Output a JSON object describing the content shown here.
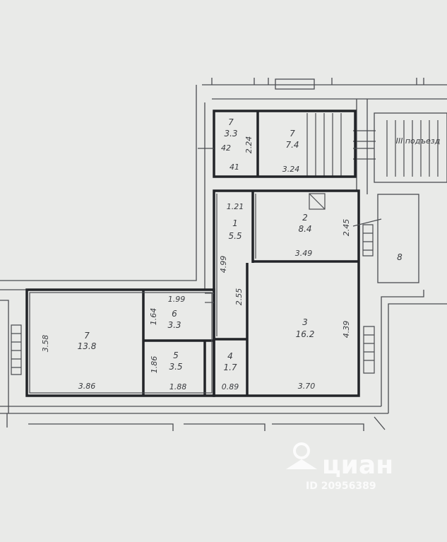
{
  "rooms": [
    {
      "id": "r7a",
      "number": "7",
      "area": "3.3"
    },
    {
      "id": "r7b",
      "number": "7",
      "area": "7.4"
    },
    {
      "id": "r1",
      "number": "1",
      "area": "5.5"
    },
    {
      "id": "r2",
      "number": "2",
      "area": "8.4"
    },
    {
      "id": "r3",
      "number": "3",
      "area": "16.2"
    },
    {
      "id": "r4",
      "number": "4",
      "area": "1.7"
    },
    {
      "id": "r5",
      "number": "5",
      "area": "3.5"
    },
    {
      "id": "r6",
      "number": "6",
      "area": "3.3"
    },
    {
      "id": "r7c",
      "number": "7",
      "area": "13.8"
    },
    {
      "id": "r8",
      "number": "8",
      "area": ""
    }
  ],
  "dimensions": {
    "d_42": "42",
    "d_41": "41",
    "d_224": "2.24",
    "d_324": "3.24",
    "d_121": "1.21",
    "d_245": "2.45",
    "d_349": "3.49",
    "d_499": "4.99",
    "d_255": "2.55",
    "d_199": "1.99",
    "d_164": "1.64",
    "d_358": "3.58",
    "d_439": "4.39",
    "d_186": "1.86",
    "d_386": "3.86",
    "d_188": "1.88",
    "d_089": "0.89",
    "d_370": "3.70"
  },
  "stair_label": "III подъезд",
  "watermark": {
    "brand": "циан",
    "id_text": "ID 20956389"
  },
  "colors": {
    "paper": "#e9eae8",
    "wall": "#222428",
    "thin": "#4a4c50",
    "text": "#3a3c40",
    "watermark": "#ffffff"
  }
}
